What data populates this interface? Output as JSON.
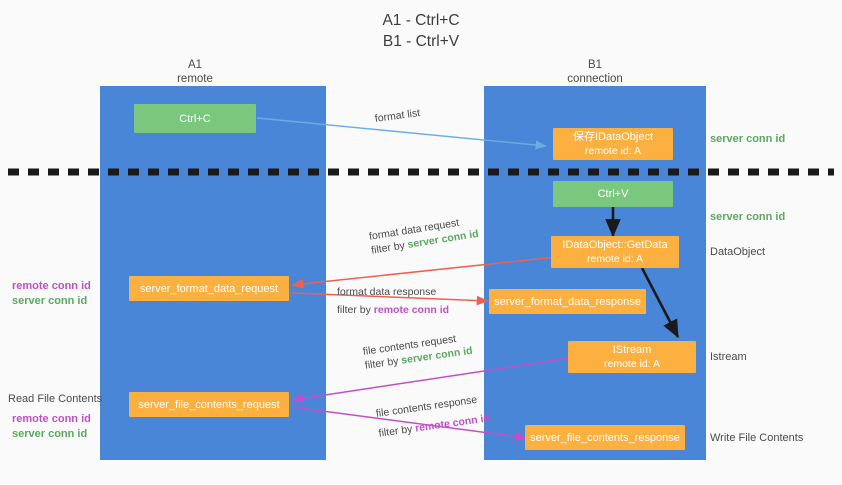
{
  "title": {
    "line1": "A1 - Ctrl+C",
    "line2": "B1 - Ctrl+V"
  },
  "lanes": [
    {
      "name": "A1",
      "sub": "remote"
    },
    {
      "name": "B1",
      "sub": "connection"
    }
  ],
  "colors": {
    "lane": "#4a86d8",
    "green_box": "#79c87e",
    "orange_box": "#fbb03f",
    "server_conn": "#5aa95f",
    "remote_conn": "#c050c8",
    "blue_arrow": "#6aaee0",
    "red_arrow": "#ee6152",
    "magenta_arrow": "#c050c8",
    "black_arrow": "#1a1a1a"
  },
  "boxes": {
    "ctrl_c": {
      "line1": "Ctrl+C"
    },
    "save_idataobject": {
      "line1": "保存IDataObject",
      "line2": "remote id: A"
    },
    "ctrl_v": {
      "line1": "Ctrl+V"
    },
    "getdata": {
      "line1": "IDataObject::GetData",
      "line2": "remote id: A"
    },
    "format_data_request": {
      "line1": "server_format_data_request"
    },
    "format_data_response": {
      "line1": "server_format_data_response"
    },
    "istream": {
      "line1": "IStream",
      "line2": "remote id: A"
    },
    "file_contents_request": {
      "line1": "server_file_contents_request"
    },
    "file_contents_response": {
      "line1": "server_file_contents_response"
    }
  },
  "edges": {
    "format_list": "format list",
    "format_data_request": {
      "line1": "format data request",
      "filter_prefix": "filter by ",
      "filter_value": "server conn id"
    },
    "format_data_response": {
      "line1": "format data response",
      "filter_prefix": "filter by ",
      "filter_value": "remote conn id"
    },
    "file_contents_request": {
      "line1": "file contents request",
      "filter_prefix": "filter by ",
      "filter_value": "server conn id"
    },
    "file_contents_response": {
      "line1": "file contents response",
      "filter_prefix": "filter by ",
      "filter_value": "remote conn id"
    }
  },
  "annotations": {
    "right_server_conn_top": "server conn id",
    "right_server_conn_mid": "server conn id",
    "right_dataobject": "DataObject",
    "right_istream": "Istream",
    "right_write_file_contents": "Write File Contents",
    "left_remote_conn_1": "remote conn id",
    "left_server_conn_1": "server conn id",
    "left_read_file_contents": "Read File Contents",
    "left_remote_conn_2": "remote conn id",
    "left_server_conn_2": "server conn id"
  }
}
